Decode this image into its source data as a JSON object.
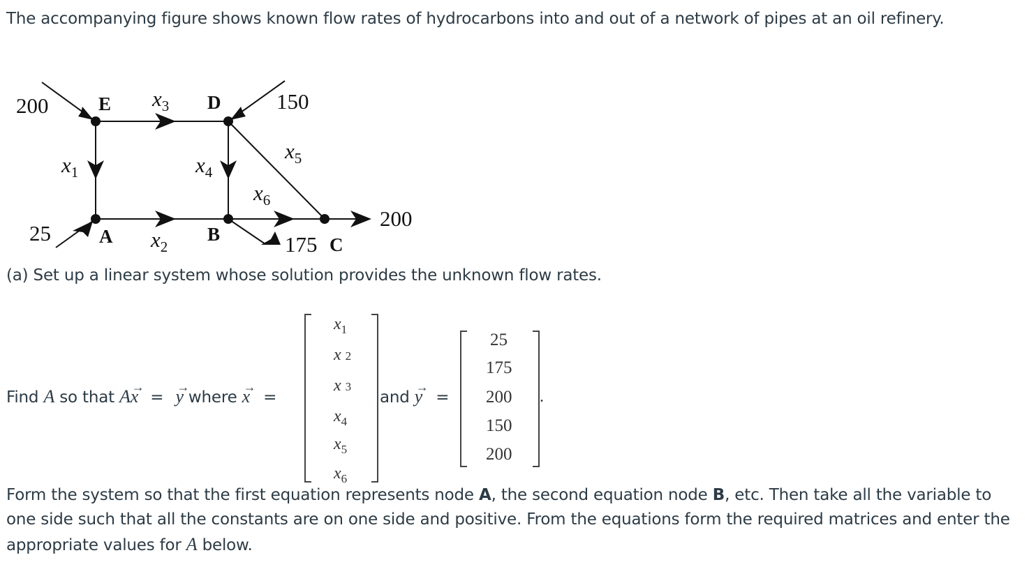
{
  "intro": "The accompanying figure shows known flow rates of hydrocarbons into and out of a network of pipes at an oil refinery.",
  "diagram": {
    "nodes": [
      "E",
      "D",
      "A",
      "B",
      "C"
    ],
    "flows": {
      "in_E": "200",
      "in_D": "150",
      "in_A": "25",
      "out_C": "200",
      "in_C_label": "175"
    },
    "variables": [
      "x",
      "x",
      "x",
      "x",
      "x",
      "x"
    ],
    "subscripts": [
      "1",
      "2",
      "3",
      "4",
      "5",
      "6"
    ]
  },
  "part_a": "(a) Set up a linear system whose solution provides the unknown flow rates.",
  "find": {
    "find_text": "Find",
    "A": "A",
    "so_that": "so that",
    "Ax": "A",
    "x": "x",
    "equals": "=",
    "y": "y",
    "where": "where",
    "x2": "x",
    "equals2": "=",
    "and": "and",
    "y2": "y",
    "equals3": "=",
    "period": "."
  },
  "x_vector": [
    "x",
    "x",
    "x",
    "x",
    "x",
    "x"
  ],
  "x_vector_subs": [
    "1",
    "2",
    "3",
    "4",
    "5",
    "6"
  ],
  "y_vector": [
    "25",
    "175",
    "200",
    "150",
    "200"
  ],
  "instructions": {
    "p1": "Form the system so that the first equation represents node ",
    "nodeA": "A",
    "p2": ", the second equation node ",
    "nodeB": "B",
    "p3": ", etc. Then take all the variable to one side such that all the constants are on one side and positive. From the equations form the required matrices and enter the appropriate values for ",
    "A": "A",
    "p4": " below."
  }
}
